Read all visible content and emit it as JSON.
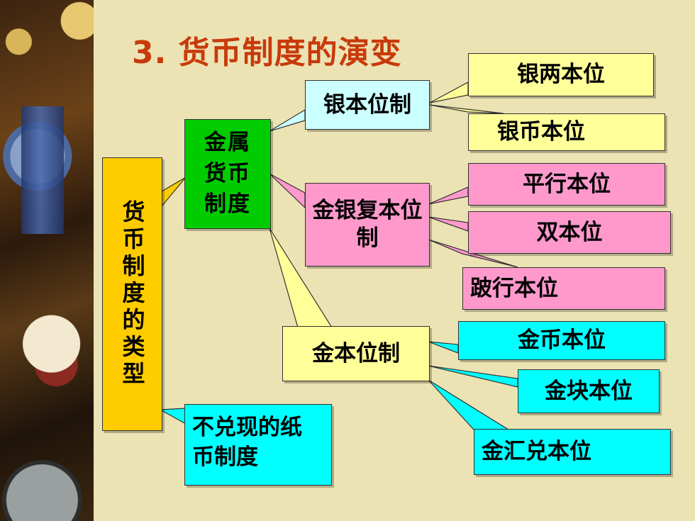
{
  "title": "3. 货币制度的演变",
  "colors": {
    "background": "#ece3b4",
    "title": "#c83a0a",
    "orange": "#ffcc00",
    "green": "#00cc00",
    "light_blue": "#ccffff",
    "pink": "#ff99cc",
    "light_yellow": "#ffff99",
    "cyan": "#00ffff"
  },
  "root": {
    "label": "货币制度的类型"
  },
  "metal": {
    "label": "金属货币制度"
  },
  "paper": {
    "label": "不兑现的纸币制度"
  },
  "silver": {
    "label": "银本位制",
    "children": [
      "银两本位",
      "银币本位"
    ]
  },
  "bimetal": {
    "label": "金银复本位制",
    "children": [
      "平行本位",
      "双本位",
      "跛行本位"
    ]
  },
  "gold": {
    "label": "金本位制",
    "children": [
      "金币本位",
      "金块本位",
      "金汇兑本位"
    ]
  }
}
